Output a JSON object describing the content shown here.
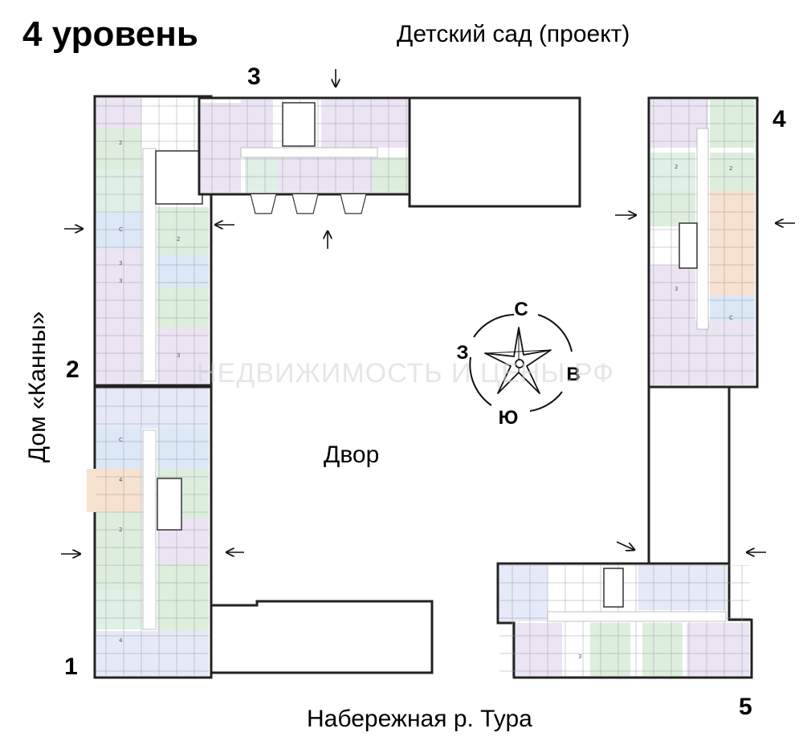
{
  "title": "4 уровень",
  "top_label": "Детский сад (проект)",
  "bottom_label": "Набережная р. Тура",
  "left_label": "Дом «Канны»",
  "yard_label": "Двор",
  "watermark": "НЕДВИЖИМОСТЬ И ЦЕНЫ.РФ",
  "sections": [
    "1",
    "2",
    "3",
    "4",
    "5"
  ],
  "compass": {
    "north": "С",
    "south": "Ю",
    "east": "В",
    "west": "З"
  },
  "colors": {
    "studio": "#dce8f7",
    "one_room": "#ddeedd",
    "two_room": "#dff0e6",
    "three_room": "#ece4f3",
    "four_room": "#e6e9f7",
    "accent_orange": "#f7e1cf",
    "wall": "#222222"
  },
  "unit_tags": [
    "С",
    "2",
    "3",
    "4",
    "3",
    "2",
    "С",
    "3",
    "2",
    "4",
    "2",
    "3",
    "С",
    "2",
    "3"
  ]
}
